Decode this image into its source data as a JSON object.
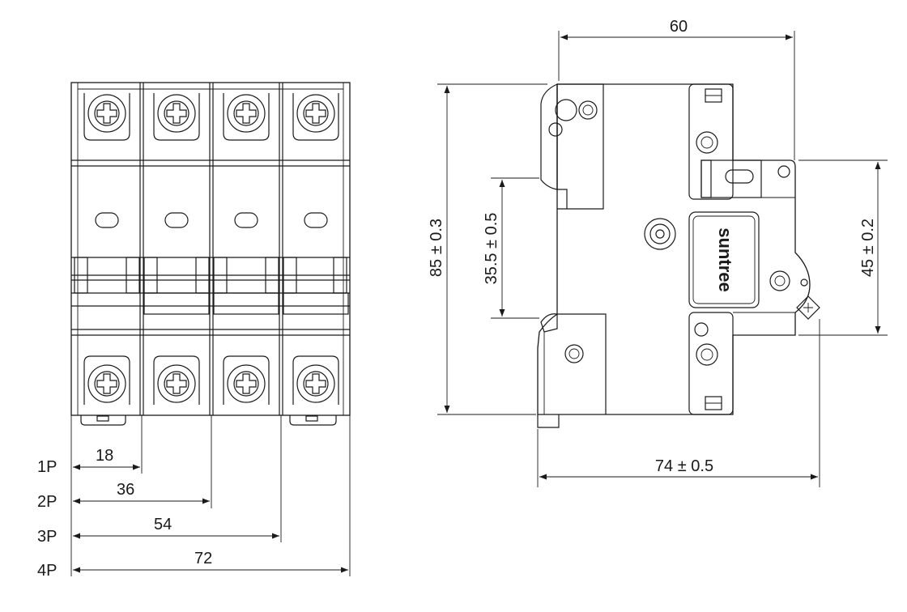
{
  "front_view": {
    "pole_widths": [
      {
        "pole_label": "1P",
        "width_label": "18"
      },
      {
        "pole_label": "2P",
        "width_label": "36"
      },
      {
        "pole_label": "3P",
        "width_label": "54"
      },
      {
        "pole_label": "4P",
        "width_label": "72"
      }
    ]
  },
  "side_view": {
    "brand": "suntree",
    "dims": {
      "top_width": "60",
      "overall_height": "85 ± 0.3",
      "din_rail_height": "35.5 ± 0.5",
      "front_height": "45 ± 0.2",
      "depth": "74 ± 0.5"
    }
  }
}
